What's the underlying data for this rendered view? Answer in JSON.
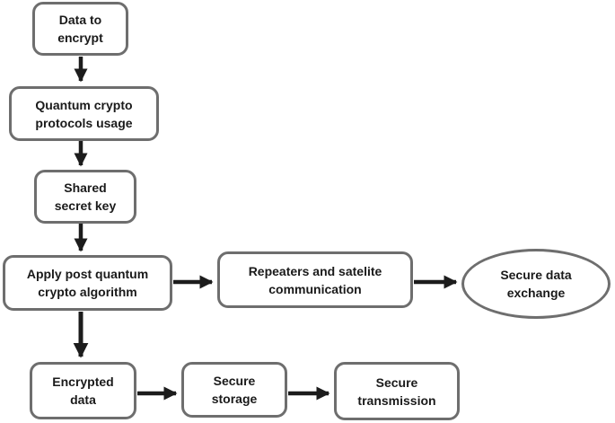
{
  "diagram": {
    "type": "flowchart",
    "colors": {
      "background": "#ffffff",
      "node_border": "#6e6e6e",
      "node_fill": "#ffffff",
      "arrow": "#1c1c1c",
      "text": "#1a1a1a"
    },
    "nodes": {
      "data_to_encrypt": {
        "shape": "rounded-rect",
        "label": [
          "Data to",
          "encrypt"
        ]
      },
      "quantum_protocols": {
        "shape": "rounded-rect",
        "label": [
          "Quantum crypto",
          "protocols usage"
        ]
      },
      "shared_secret_key": {
        "shape": "rounded-rect",
        "label": [
          "Shared",
          "secret key"
        ]
      },
      "apply_post_quantum": {
        "shape": "rounded-rect",
        "label": [
          "Apply post quantum",
          "crypto algorithm"
        ]
      },
      "repeaters_satelite": {
        "shape": "rounded-rect",
        "label": [
          "Repeaters and satelite",
          "communication"
        ]
      },
      "secure_exchange": {
        "shape": "ellipse",
        "label": [
          "Secure data",
          "exchange"
        ]
      },
      "encrypted_data": {
        "shape": "rounded-rect",
        "label": [
          "Encrypted",
          "data"
        ]
      },
      "secure_storage": {
        "shape": "rounded-rect",
        "label": [
          "Secure",
          "storage"
        ]
      },
      "secure_transmission": {
        "shape": "rounded-rect",
        "label": [
          "Secure",
          "transmission"
        ]
      }
    },
    "edges": [
      {
        "from": "data_to_encrypt",
        "to": "quantum_protocols"
      },
      {
        "from": "quantum_protocols",
        "to": "shared_secret_key"
      },
      {
        "from": "shared_secret_key",
        "to": "apply_post_quantum"
      },
      {
        "from": "apply_post_quantum",
        "to": "repeaters_satelite"
      },
      {
        "from": "repeaters_satelite",
        "to": "secure_exchange"
      },
      {
        "from": "apply_post_quantum",
        "to": "encrypted_data"
      },
      {
        "from": "encrypted_data",
        "to": "secure_storage"
      },
      {
        "from": "secure_storage",
        "to": "secure_transmission"
      }
    ]
  }
}
